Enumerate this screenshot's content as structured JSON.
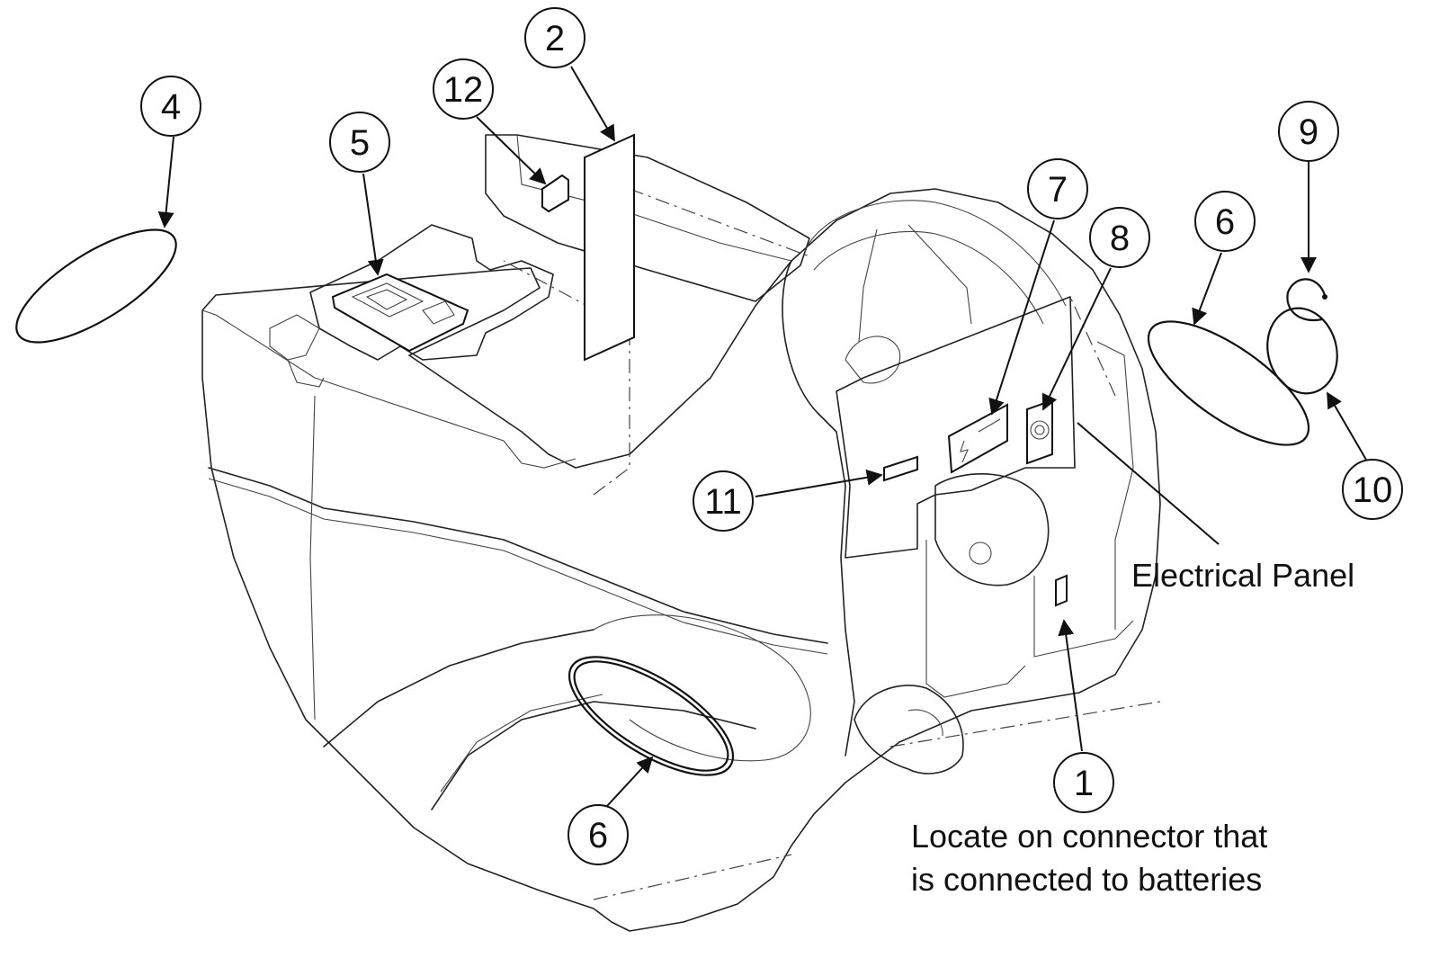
{
  "callouts": [
    {
      "id": "1",
      "label": "1"
    },
    {
      "id": "2",
      "label": "2"
    },
    {
      "id": "4",
      "label": "4"
    },
    {
      "id": "5",
      "label": "5"
    },
    {
      "id": "6a",
      "label": "6"
    },
    {
      "id": "6b",
      "label": "6"
    },
    {
      "id": "7",
      "label": "7"
    },
    {
      "id": "8",
      "label": "8"
    },
    {
      "id": "9",
      "label": "9"
    },
    {
      "id": "10",
      "label": "10"
    },
    {
      "id": "11",
      "label": "11"
    },
    {
      "id": "12",
      "label": "12"
    }
  ],
  "notes": {
    "electrical_panel": "Electrical Panel",
    "connector_line1": "Locate on connector that",
    "connector_line2": "is connected to batteries"
  }
}
